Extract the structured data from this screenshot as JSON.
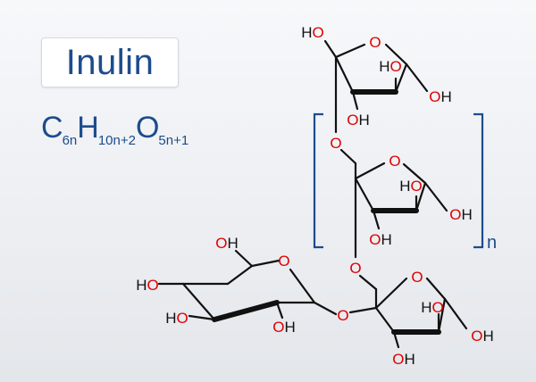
{
  "title": "Inulin",
  "formula": {
    "c": "C",
    "c_sub": "6n",
    "h": "H",
    "h_sub": "10n+2",
    "o": "O",
    "o_sub": "5n+1"
  },
  "repeat_label": "n",
  "atoms": {
    "oxygen": "O",
    "hydroxyl": "OH",
    "hydroxyl_left": "HO",
    "hydrogen": "H"
  },
  "colors": {
    "title": "#1c4c8c",
    "oxygen": "#e00000",
    "bond": "#111111",
    "background": "#eceef2"
  }
}
